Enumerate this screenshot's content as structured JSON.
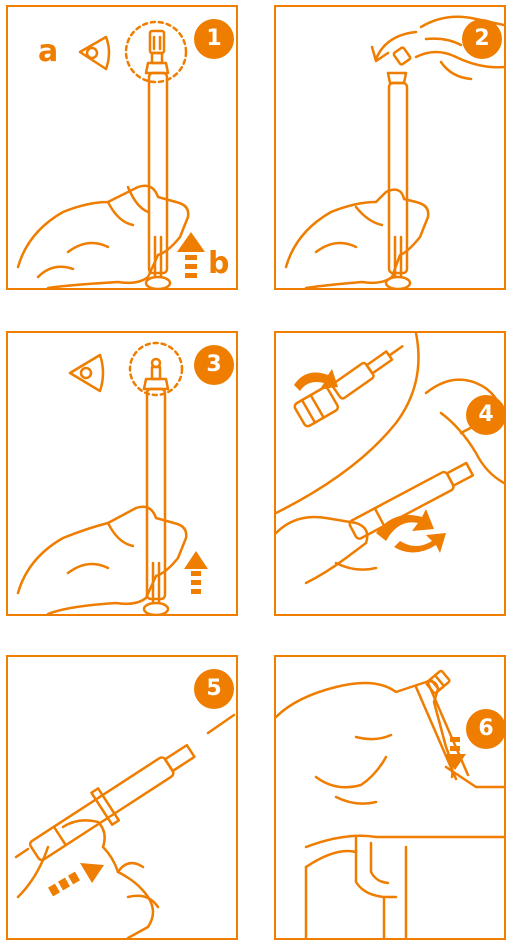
{
  "steps": [
    {
      "number": "1",
      "labels": {
        "a": "a",
        "b": "b"
      }
    },
    {
      "number": "2"
    },
    {
      "number": "3"
    },
    {
      "number": "4"
    },
    {
      "number": "5"
    },
    {
      "number": "6"
    }
  ],
  "colors": {
    "accent": "#EE7D00",
    "line": "#EE7D00",
    "background": "#FFFFFF"
  }
}
